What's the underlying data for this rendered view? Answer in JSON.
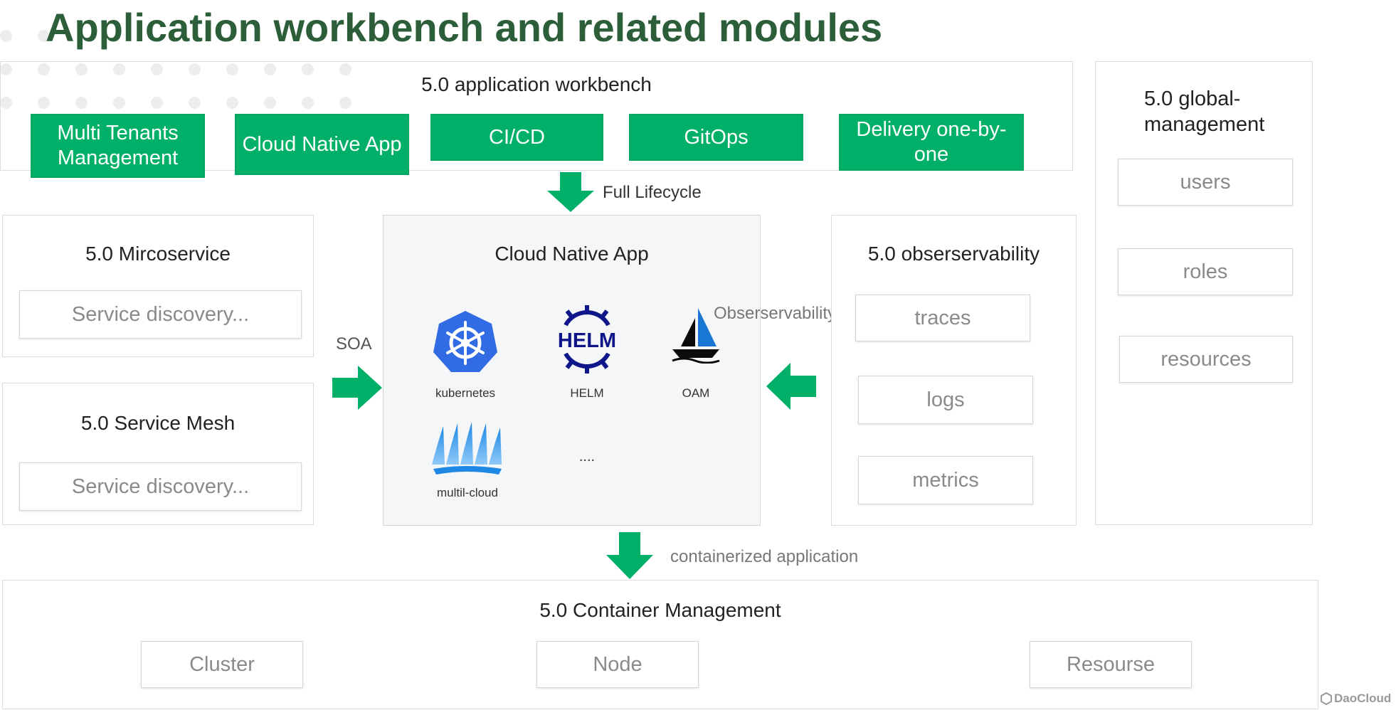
{
  "title": "Application workbench and related modules",
  "workbench": {
    "title": "5.0 application workbench",
    "items": [
      "Multi Tenants Management",
      "Cloud Native App",
      "CI/CD",
      "GitOps",
      "Delivery one-by-one"
    ]
  },
  "global_management": {
    "title": "5.0 global-management",
    "items": [
      "users",
      "roles",
      "resources"
    ]
  },
  "arrows": {
    "full_lifecycle": "Full Lifecycle",
    "soa": "SOA",
    "observability": "Obserservability",
    "containerized": "containerized application"
  },
  "microservice": {
    "title": "5.0 Mircoservice",
    "item": "Service discovery..."
  },
  "service_mesh": {
    "title": "5.0 Service Mesh",
    "item": "Service discovery..."
  },
  "cloud_native_app": {
    "title": "Cloud Native App",
    "logos": [
      "kubernetes",
      "HELM",
      "OAM",
      "multil-cloud"
    ],
    "more": "....",
    "helm_wordmark": "HELM"
  },
  "observability": {
    "title": "5.0 obserservability",
    "items": [
      "traces",
      "logs",
      "metrics"
    ]
  },
  "container_management": {
    "title": "5.0 Container Management",
    "items": [
      "Cluster",
      "Node",
      "Resourse"
    ]
  },
  "brand": "DaoCloud",
  "colors": {
    "green": "#00b068",
    "title_green": "#2d5e3a",
    "arrow_green": "#00b068"
  }
}
